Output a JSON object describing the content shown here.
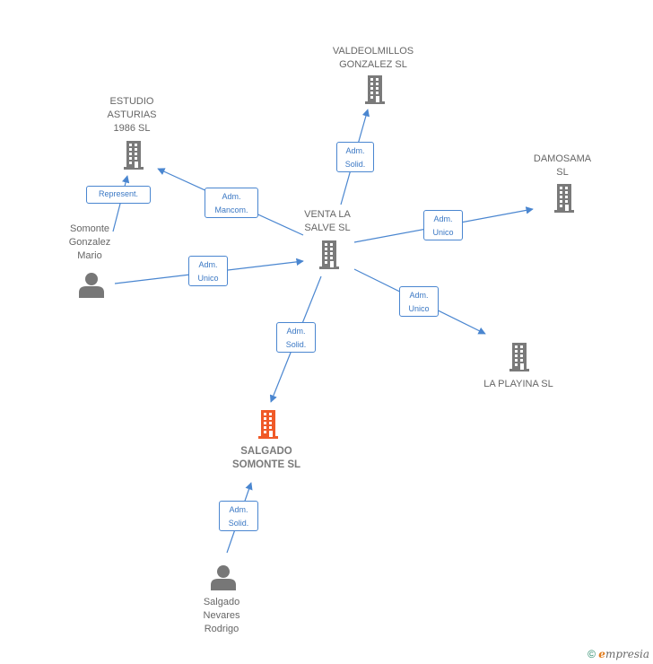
{
  "colors": {
    "edge": "#4a86d0",
    "company": "#7a7a7a",
    "focus_company": "#f05a28",
    "person": "#777777"
  },
  "nodes": [
    {
      "id": "valdeolmillos",
      "type": "company",
      "label": "VALDEOLMILLOS\nGONZALEZ  SL"
    },
    {
      "id": "estudio",
      "type": "company",
      "label": "ESTUDIO\nASTURIAS\n1986  SL"
    },
    {
      "id": "damosama",
      "type": "company",
      "label": "DAMOSAMA\nSL"
    },
    {
      "id": "venta",
      "type": "company",
      "label": "VENTA LA\nSALVE  SL"
    },
    {
      "id": "playina",
      "type": "company",
      "label": "LA PLAYINA SL"
    },
    {
      "id": "salgado_sl",
      "type": "company_focus",
      "label": "SALGADO\nSOMONTE  SL"
    },
    {
      "id": "somonte",
      "type": "person",
      "label": "Somonte\nGonzalez\nMario"
    },
    {
      "id": "salgado_p",
      "type": "person",
      "label": "Salgado\nNevares\nRodrigo"
    }
  ],
  "edges": [
    {
      "from": "venta",
      "to": "valdeolmillos",
      "label": "Adm.\nSolid."
    },
    {
      "from": "venta",
      "to": "estudio",
      "label": "Adm.\nMancom."
    },
    {
      "from": "somonte",
      "to": "estudio",
      "label": "Represent."
    },
    {
      "from": "somonte",
      "to": "venta",
      "label": "Adm.\nUnico"
    },
    {
      "from": "venta",
      "to": "damosama",
      "label": "Adm.\nUnico"
    },
    {
      "from": "venta",
      "to": "playina",
      "label": "Adm.\nUnico"
    },
    {
      "from": "venta",
      "to": "salgado_sl",
      "label": "Adm.\nSolid."
    },
    {
      "from": "salgado_p",
      "to": "salgado_sl",
      "label": "Adm.\nSolid."
    }
  ],
  "footer": {
    "copyright": "©",
    "brand_initial": "e",
    "brand_rest": "mpresia"
  }
}
